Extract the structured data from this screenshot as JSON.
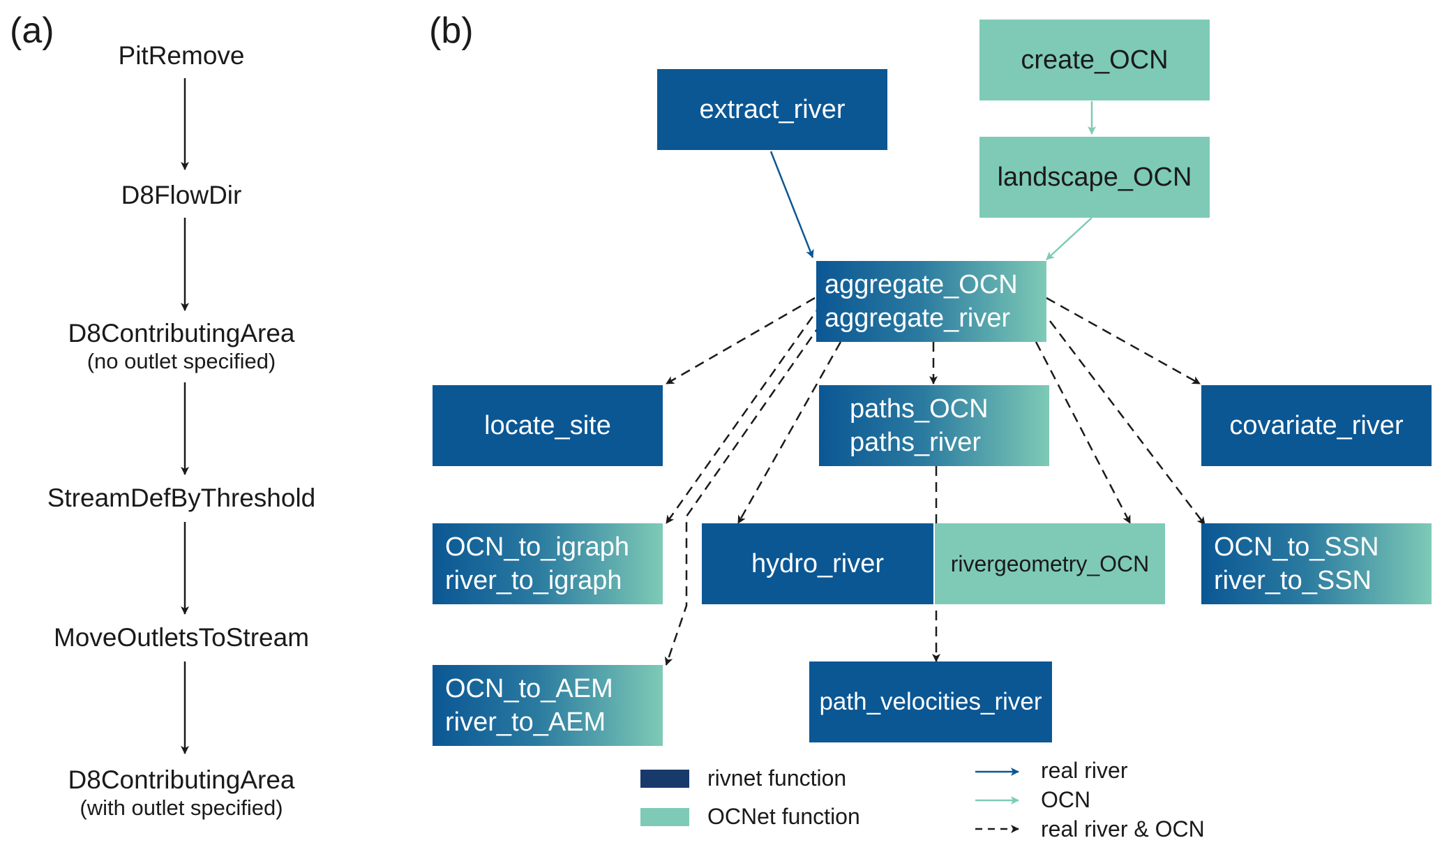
{
  "panel_a": {
    "label": "(a)",
    "steps": [
      {
        "main": "PitRemove",
        "sub": ""
      },
      {
        "main": "D8FlowDir",
        "sub": ""
      },
      {
        "main": "D8ContributingArea",
        "sub": "(no outlet specified)"
      },
      {
        "main": "StreamDefByThreshold",
        "sub": ""
      },
      {
        "main": "MoveOutletsToStream",
        "sub": ""
      },
      {
        "main": "D8ContributingArea",
        "sub": "(with outlet specified)"
      }
    ]
  },
  "panel_b": {
    "label": "(b)",
    "nodes": {
      "extract_river": {
        "lines": [
          "extract_river"
        ],
        "kind": "rivnet"
      },
      "create_OCN": {
        "lines": [
          "create_OCN"
        ],
        "kind": "OCNet"
      },
      "landscape_OCN": {
        "lines": [
          "landscape_OCN"
        ],
        "kind": "OCNet"
      },
      "aggregate": {
        "lines": [
          "aggregate_OCN",
          "aggregate_river"
        ],
        "kind": "both"
      },
      "locate_site": {
        "lines": [
          "locate_site"
        ],
        "kind": "rivnet"
      },
      "paths": {
        "lines": [
          "paths_OCN",
          "paths_river"
        ],
        "kind": "both"
      },
      "covariate_river": {
        "lines": [
          "covariate_river"
        ],
        "kind": "rivnet"
      },
      "igraph": {
        "lines": [
          "OCN_to_igraph",
          "river_to_igraph"
        ],
        "kind": "both"
      },
      "hydro_river": {
        "lines": [
          "hydro_river"
        ],
        "kind": "rivnet"
      },
      "rivergeometry_OCN": {
        "lines": [
          "rivergeometry_OCN"
        ],
        "kind": "OCNet"
      },
      "SSN": {
        "lines": [
          "OCN_to_SSN",
          "river_to_SSN"
        ],
        "kind": "both"
      },
      "AEM": {
        "lines": [
          "OCN_to_AEM",
          "river_to_AEM"
        ],
        "kind": "both"
      },
      "path_velocities_river": {
        "lines": [
          "path_velocities_river"
        ],
        "kind": "rivnet"
      }
    },
    "edges": [
      {
        "from": "extract_river",
        "to": "aggregate",
        "style": "real river"
      },
      {
        "from": "create_OCN",
        "to": "landscape_OCN",
        "style": "OCN"
      },
      {
        "from": "landscape_OCN",
        "to": "aggregate",
        "style": "OCN"
      },
      {
        "from": "aggregate",
        "to": "locate_site",
        "style": "real river & OCN"
      },
      {
        "from": "aggregate",
        "to": "paths",
        "style": "real river & OCN"
      },
      {
        "from": "aggregate",
        "to": "covariate_river",
        "style": "real river & OCN"
      },
      {
        "from": "aggregate",
        "to": "igraph",
        "style": "real river & OCN"
      },
      {
        "from": "aggregate",
        "to": "hydro_river",
        "style": "real river & OCN"
      },
      {
        "from": "aggregate",
        "to": "rivergeometry_OCN",
        "style": "real river & OCN"
      },
      {
        "from": "aggregate",
        "to": "SSN",
        "style": "real river & OCN"
      },
      {
        "from": "aggregate",
        "to": "AEM",
        "style": "real river & OCN"
      },
      {
        "from": "paths",
        "to": "path_velocities_river",
        "style": "real river & OCN"
      }
    ],
    "legend": {
      "rivnet": "rivnet function",
      "ocnet": "OCNet function",
      "real_river": "real river",
      "ocn": "OCN",
      "both": "real river & OCN"
    }
  },
  "colors": {
    "rivnet": "#0b5794",
    "ocnet": "#7ecab6",
    "legend_rivnet": "#173a6b",
    "arrow_river": "#0b5794",
    "arrow_ocn": "#7ecab6",
    "arrow_both": "#1a1a1a"
  }
}
